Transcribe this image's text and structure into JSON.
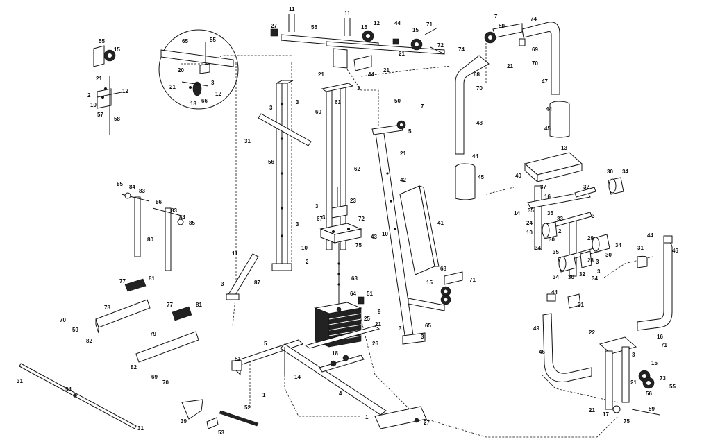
{
  "labels": {
    "top_left_bracket": [
      "55",
      "15",
      "21",
      "12",
      "2",
      "10",
      "57",
      "58"
    ],
    "inset": [
      "65",
      "55",
      "20",
      "21",
      "18",
      "66",
      "3",
      "12"
    ],
    "top_crossbar": [
      "11",
      "27",
      "55",
      "11",
      "21",
      "15",
      "12",
      "44",
      "15",
      "71",
      "21",
      "44",
      "21",
      "72"
    ],
    "uprights": [
      "3",
      "3",
      "60",
      "61",
      "3",
      "56",
      "31",
      "62",
      "23",
      "3",
      "3",
      "3",
      "67",
      "72",
      "11",
      "10",
      "2",
      "75",
      "63",
      "64",
      "51",
      "25",
      "26",
      "87",
      "3"
    ],
    "center_right": [
      "50",
      "7",
      "5",
      "21",
      "42",
      "41",
      "43",
      "10",
      "68",
      "71",
      "15",
      "65",
      "3",
      "9",
      "21",
      "3"
    ],
    "base": [
      "5",
      "51",
      "18",
      "14",
      "4",
      "1",
      "1",
      "27"
    ],
    "left_accessories": [
      "85",
      "84",
      "83",
      "86",
      "83",
      "84",
      "85",
      "80",
      "77",
      "81",
      "78",
      "70",
      "59",
      "82",
      "77",
      "81",
      "79",
      "82",
      "69",
      "70",
      "54",
      "31",
      "31",
      "39",
      "52",
      "53"
    ],
    "right_top": [
      "7",
      "74",
      "50",
      "74",
      "69",
      "70",
      "47",
      "21",
      "68",
      "70",
      "48",
      "44",
      "45",
      "44",
      "45",
      "13"
    ],
    "right_seat": [
      "40",
      "37",
      "30",
      "34",
      "14",
      "35",
      "16",
      "32",
      "35",
      "33",
      "24",
      "10",
      "3",
      "2",
      "34",
      "30",
      "29",
      "34",
      "28",
      "3",
      "35",
      "30",
      "34",
      "30",
      "32",
      "34",
      "3"
    ],
    "right_bottom": [
      "44",
      "31",
      "46",
      "44",
      "31",
      "49",
      "46",
      "22",
      "16",
      "71",
      "15",
      "73",
      "55",
      "56",
      "21",
      "17",
      "75",
      "59",
      "3",
      "21"
    ]
  }
}
